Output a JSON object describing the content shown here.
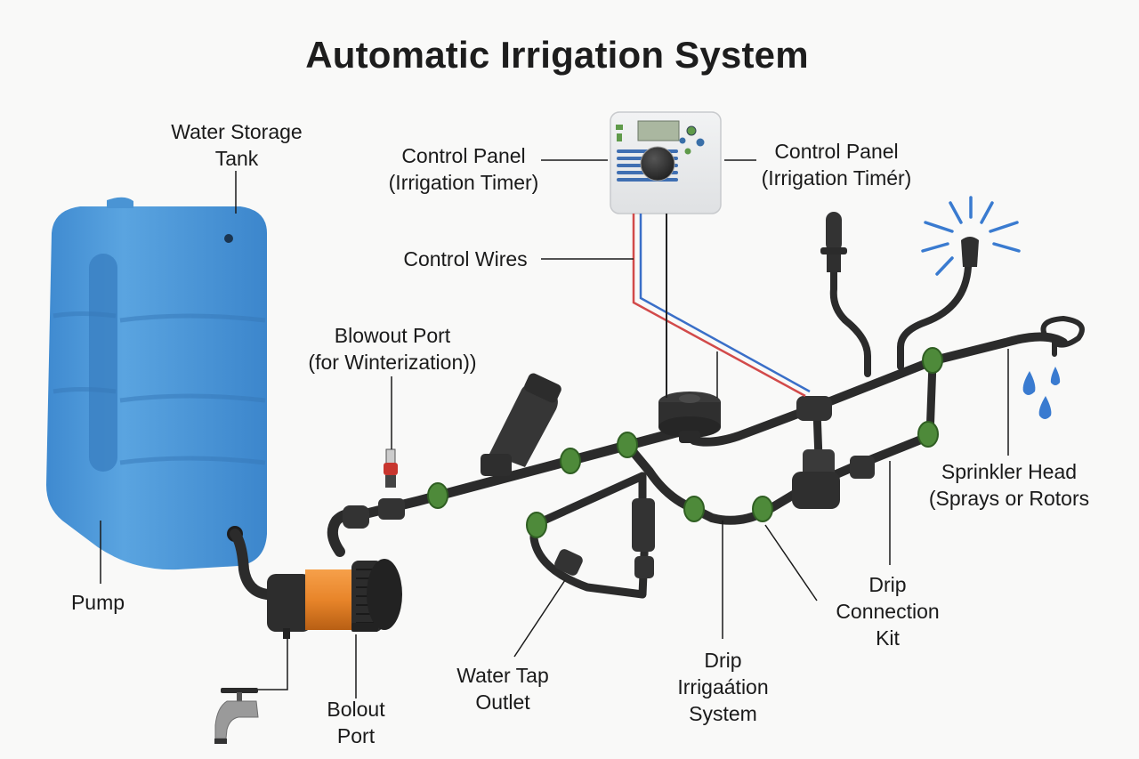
{
  "title": "Automatic Irrigation System",
  "colors": {
    "background": "#f9f9f8",
    "tank_blue": "#4a94d4",
    "pipe_black": "#2b2b2b",
    "connector_green": "#4e8a3a",
    "pump_orange": "#e8852a",
    "wire_red": "#d24a4a",
    "wire_blue": "#3a6fc8",
    "spray_blue": "#3a7bd0",
    "panel_grey": "#e8eaec"
  },
  "labels": {
    "water_storage_tank": [
      "Water Storage",
      "Tank"
    ],
    "control_panel_left": [
      "Control Panel",
      "(Irrigation Timer)"
    ],
    "control_panel_right": [
      "Control Panel",
      "(Irrigation Timér)"
    ],
    "control_wires": [
      "Control Wires"
    ],
    "blowout_port": [
      "Blowout Port",
      "(for Winterization))"
    ],
    "sprinkler_head": [
      "Sprinkler Head",
      "(Sprays or Rotors"
    ],
    "pump": [
      "Pump"
    ],
    "bolout_port": [
      "Bolout",
      "Port"
    ],
    "water_tap_outlet": [
      "Water Tap",
      "Outlet"
    ],
    "drip_irrigation_system": [
      "Drip",
      "Irrigaátion",
      "System"
    ],
    "drip_connection_kit": [
      "Drip",
      "Connection",
      "Kit"
    ]
  },
  "icons": {
    "tank": "water-tank-icon",
    "pump": "pump-icon",
    "faucet": "faucet-icon",
    "timer": "irrigation-timer-icon",
    "valve": "valve-icon",
    "filter": "filter-icon",
    "sprinkler": "sprinkler-head-icon",
    "drip": "water-drop-icon"
  }
}
